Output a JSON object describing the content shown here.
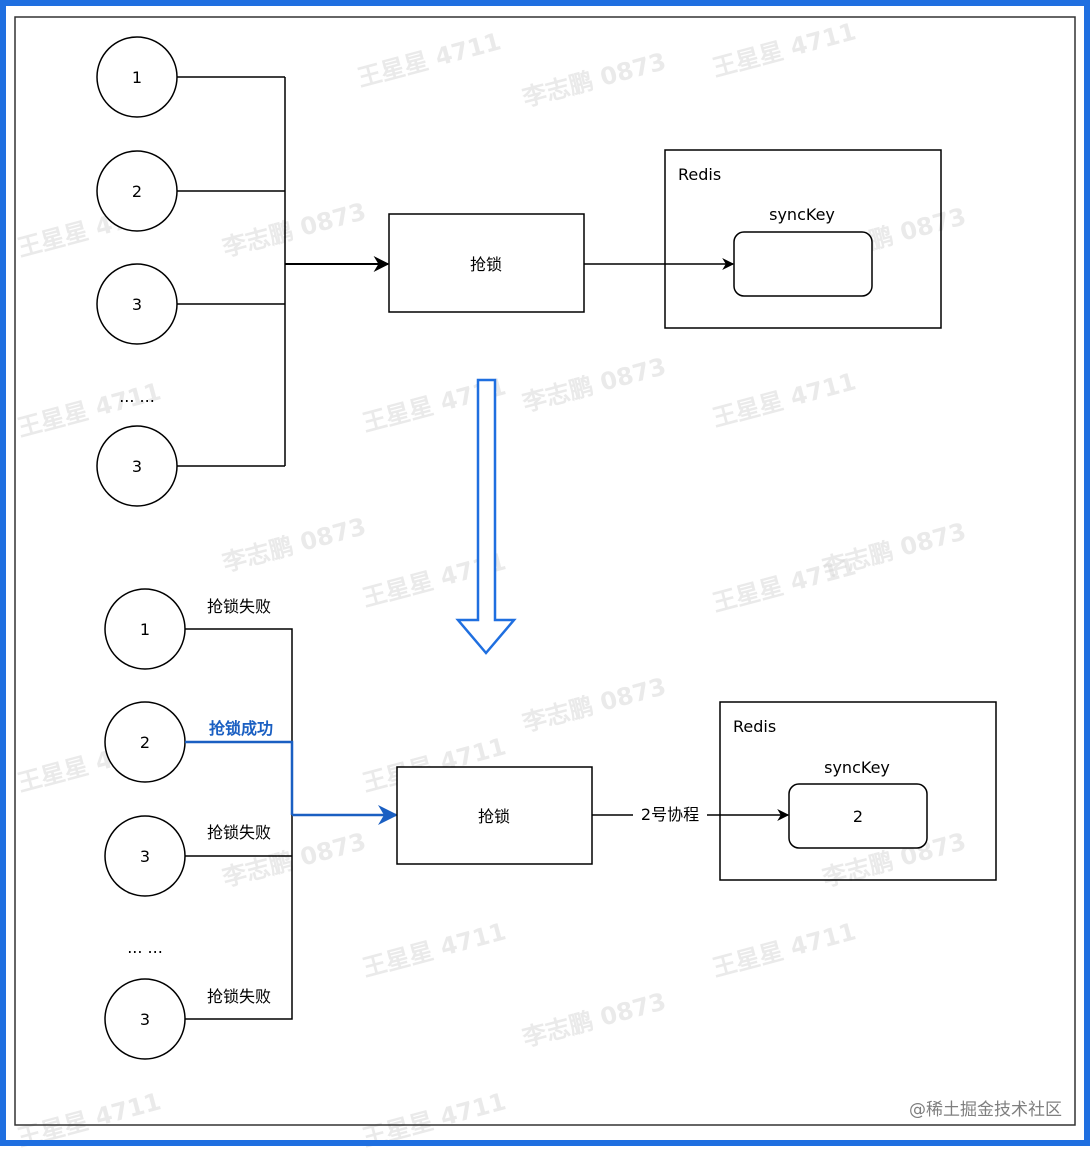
{
  "top": {
    "nodes": [
      "1",
      "2",
      "3",
      "3"
    ],
    "ellipsis": "... ...",
    "lock_box": "抢锁",
    "redis_title": "Redis",
    "key_label": "syncKey",
    "key_value": ""
  },
  "bottom": {
    "nodes": [
      {
        "id": "1",
        "status": "抢锁失败"
      },
      {
        "id": "2",
        "status": "抢锁成功"
      },
      {
        "id": "3",
        "status": "抢锁失败"
      },
      {
        "id": "3",
        "status": "抢锁失败"
      }
    ],
    "ellipsis": "... ...",
    "lock_box": "抢锁",
    "edge_label": "2号协程",
    "redis_title": "Redis",
    "key_label": "syncKey",
    "key_value": "2"
  },
  "watermarks": [
    "王星星 4711",
    "李志鹏 0873"
  ],
  "credit": "@稀土掘金技术社区",
  "colors": {
    "frame_blue": "#1f6fe0",
    "highlight_blue": "#1a5fc2",
    "line": "#000000",
    "watermark": "#d9d9d9"
  }
}
